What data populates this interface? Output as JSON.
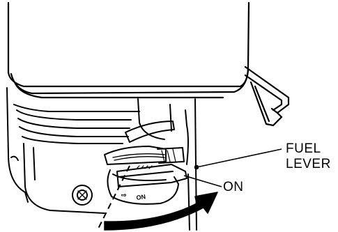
{
  "callouts": {
    "fuel_lever_line1": "FUEL",
    "fuel_lever_line2": "LEVER",
    "on_position": "ON"
  },
  "valve_marking": {
    "arrow_glyph": "⇨",
    "text": "ON"
  },
  "colors": {
    "ink": "#000000",
    "paper": "#ffffff"
  }
}
